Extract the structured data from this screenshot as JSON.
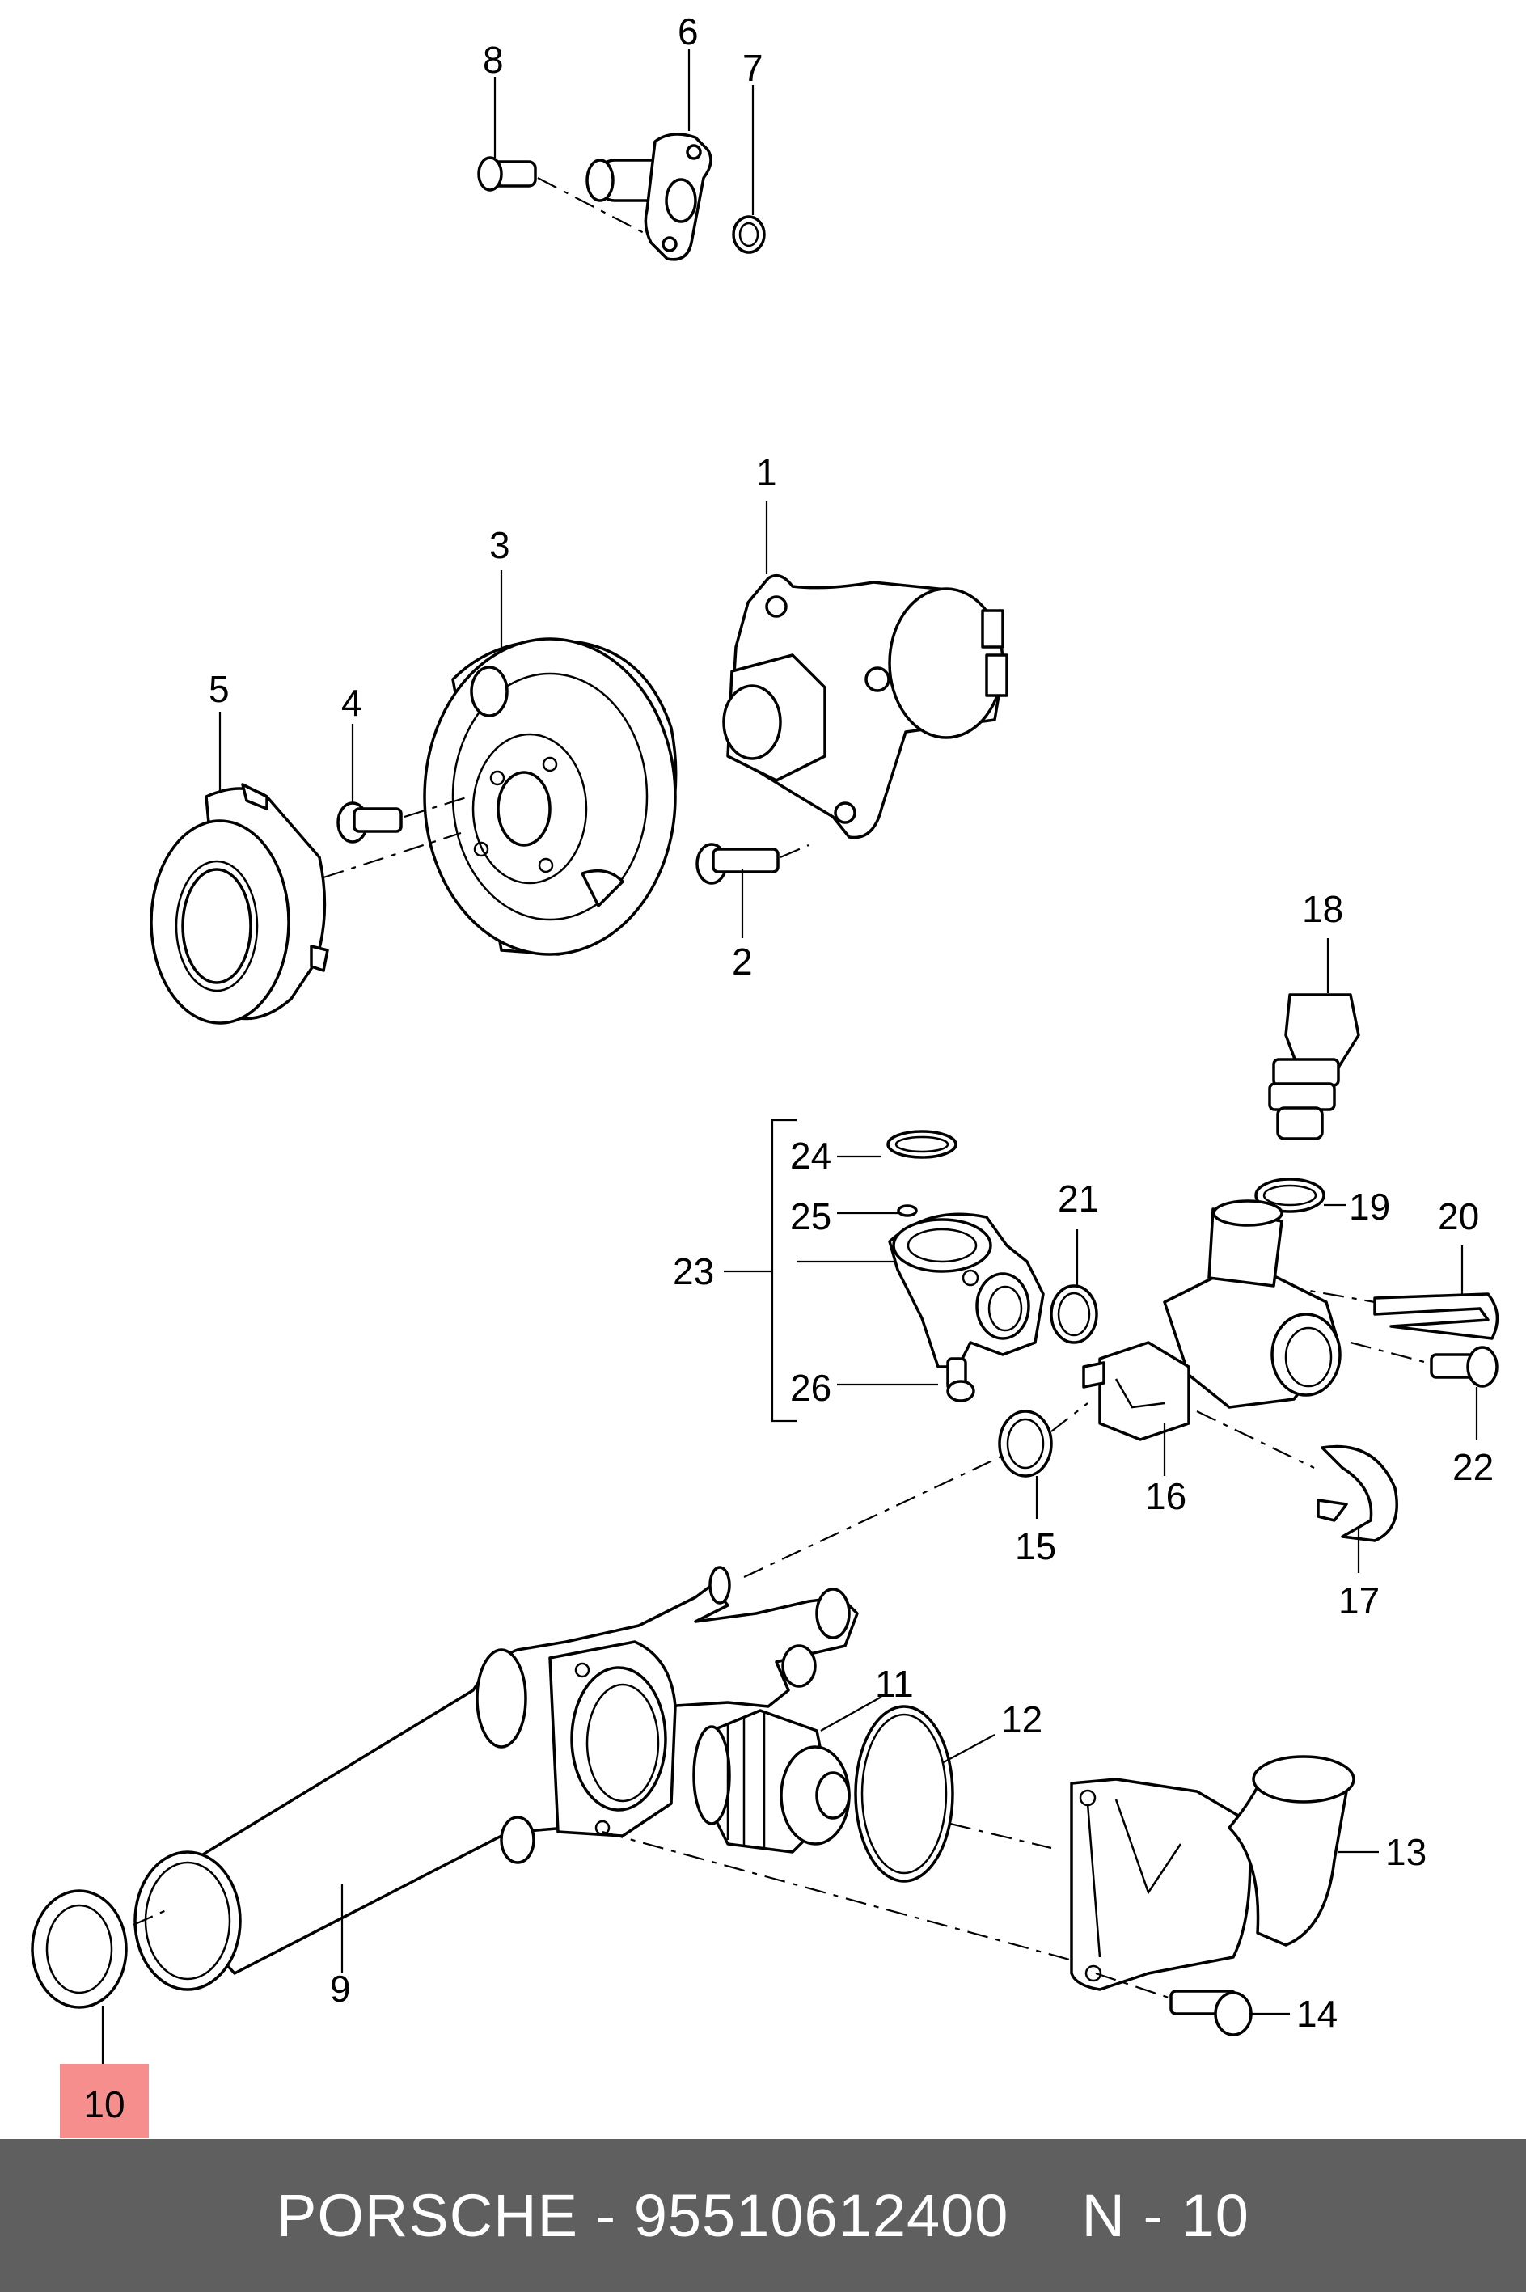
{
  "callouts": {
    "c1": "1",
    "c2": "2",
    "c3": "3",
    "c4": "4",
    "c5": "5",
    "c6": "6",
    "c7": "7",
    "c8": "8",
    "c9": "9",
    "c11": "11",
    "c12": "12",
    "c13": "13",
    "c14": "14",
    "c15": "15",
    "c16": "16",
    "c17": "17",
    "c18": "18",
    "c19": "19",
    "c20": "20",
    "c21": "21",
    "c22": "22",
    "c23": "23",
    "c24": "24",
    "c25": "25",
    "c26": "26"
  },
  "highlight": {
    "label": "10",
    "color": "#f78e8e"
  },
  "footer": {
    "brand_part": "PORSCHE - 95510612400",
    "position": "N - 10",
    "background": "#5f5f5f"
  }
}
